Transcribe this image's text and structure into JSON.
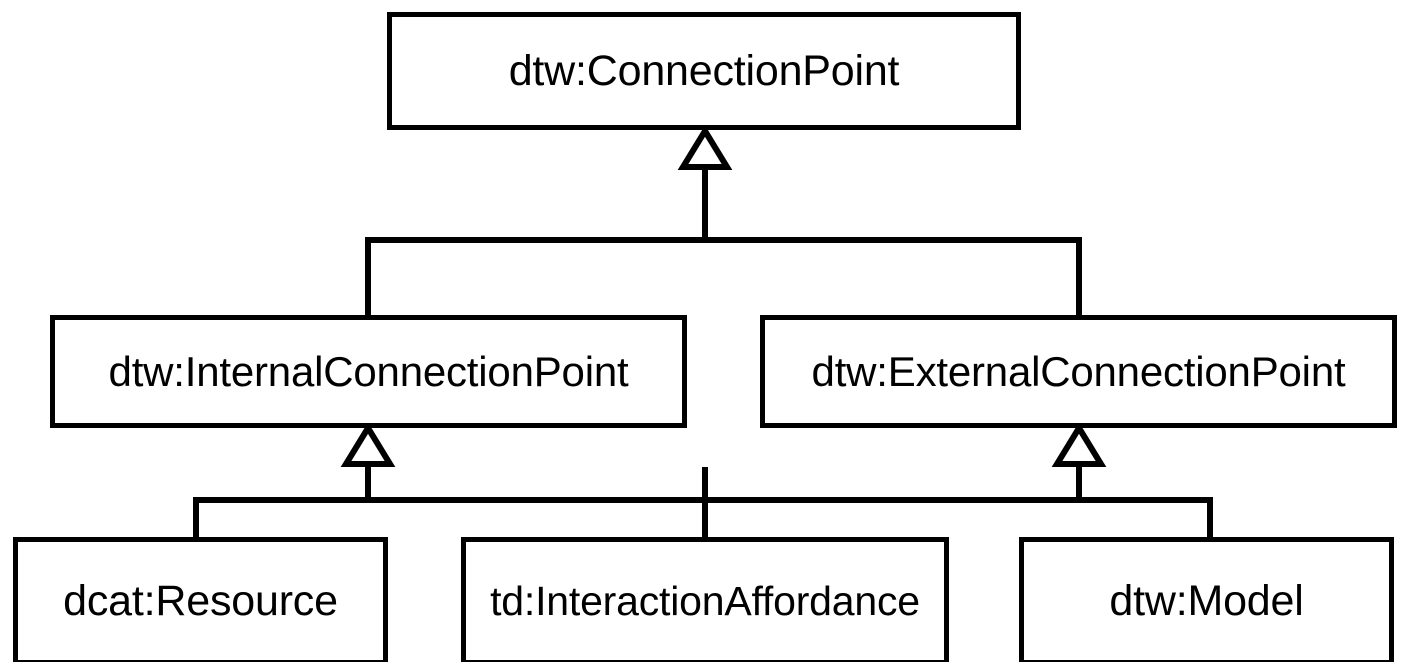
{
  "diagram": {
    "type": "uml-class-hierarchy",
    "relationship": "generalization",
    "background_color": "#ffffff",
    "line_color": "#000000",
    "text_color": "#000000",
    "classes": [
      {
        "id": "connection-point",
        "label": "dtw:ConnectionPoint"
      },
      {
        "id": "internal-connection-point",
        "label": "dtw:InternalConnectionPoint"
      },
      {
        "id": "external-connection-point",
        "label": "dtw:ExternalConnectionPoint"
      },
      {
        "id": "dcat-resource",
        "label": "dcat:Resource"
      },
      {
        "id": "td-interaction-affordance",
        "label": "td:InteractionAffordance"
      },
      {
        "id": "dtw-model",
        "label": "dtw:Model"
      }
    ],
    "generalizations": [
      {
        "from": "internal-connection-point",
        "to": "connection-point"
      },
      {
        "from": "external-connection-point",
        "to": "connection-point"
      },
      {
        "from": "dcat-resource",
        "to": "internal-connection-point"
      },
      {
        "from": "td-interaction-affordance",
        "to": "internal-connection-point"
      },
      {
        "from": "td-interaction-affordance",
        "to": "external-connection-point"
      },
      {
        "from": "dtw-model",
        "to": "external-connection-point"
      }
    ]
  }
}
